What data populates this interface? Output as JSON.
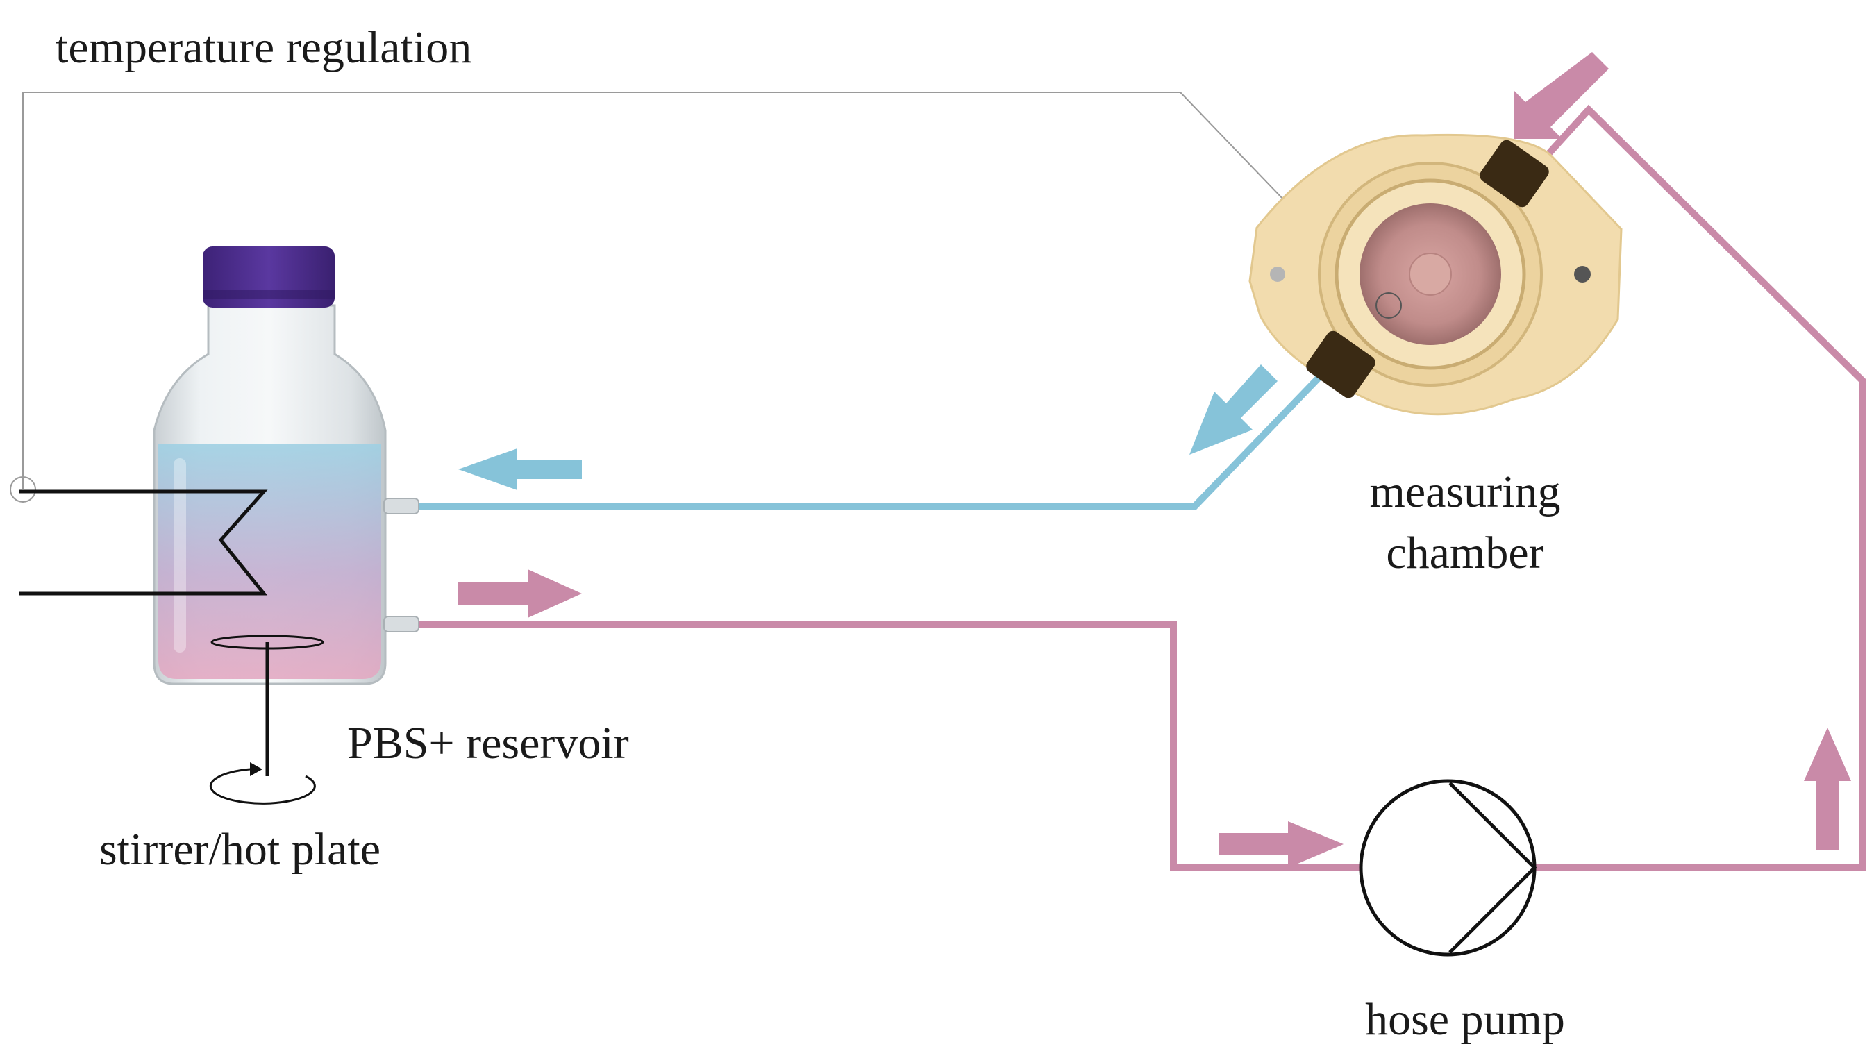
{
  "labels": {
    "temperature_regulation": "temperature regulation",
    "measuring_line1": "measuring",
    "measuring_line2": "chamber",
    "reservoir": "PBS+ reservoir",
    "stirrer": "stirrer/hot plate",
    "pump": "hose pump"
  },
  "colors": {
    "outflow_blue": "#86c3d9",
    "inflow_pink": "#c98aa8",
    "control_line": "#9a9a9a",
    "bottle_cap": "#4e2f8e",
    "chamber_body": "#f2dcae",
    "chamber_center": "#c9908f",
    "black_line": "#111111"
  },
  "icons": {
    "bottle": "glass-bottle-icon",
    "chamber": "measuring-chamber-icon",
    "pump": "hose-pump-symbol",
    "heater": "heating-coil-symbol",
    "stirrer": "magnetic-stirrer-symbol"
  }
}
